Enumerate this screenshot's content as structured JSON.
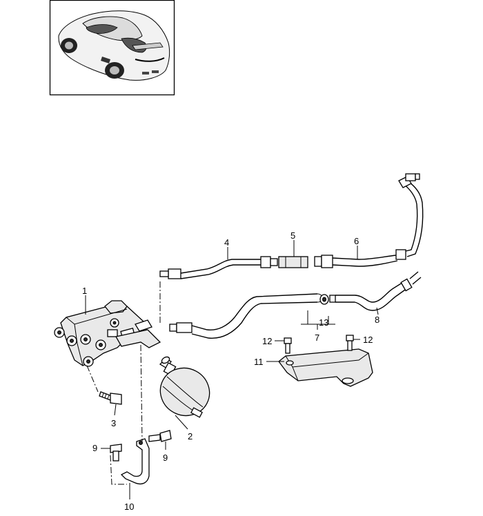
{
  "callouts": {
    "c1": "1",
    "c2": "2",
    "c3": "3",
    "c4": "4",
    "c5": "5",
    "c6": "6",
    "c7": "7",
    "c8": "8",
    "c9a": "9",
    "c9b": "9",
    "c10": "10",
    "c11": "11",
    "c12a": "12",
    "c12b": "12",
    "c13": "13"
  }
}
